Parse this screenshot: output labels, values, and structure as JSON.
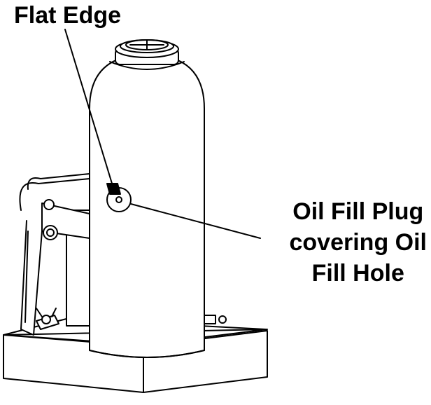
{
  "callouts": {
    "flat_edge": "Flat Edge",
    "oil_fill_plug": {
      "line1": "Oil Fill Plug",
      "line2": "covering Oil",
      "line3": "Fill Hole"
    }
  },
  "colors": {
    "ink": "#000000",
    "paper": "#ffffff"
  }
}
